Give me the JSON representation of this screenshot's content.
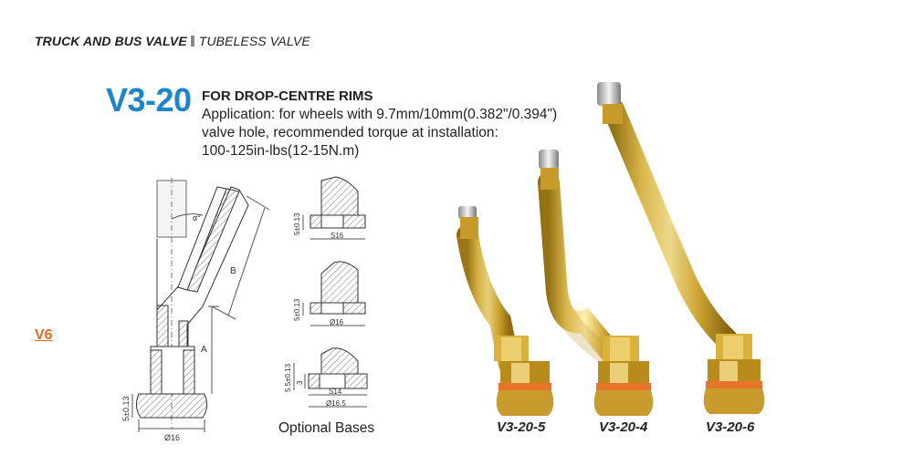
{
  "breadcrumb": {
    "category": "TRUCK AND BUS VALVE",
    "subcategory": "TUBELESS VALVE"
  },
  "product": {
    "code": "V3-20",
    "heading": "FOR DROP-CENTRE RIMS",
    "description_lines": [
      "Application: for wheels with 9.7mm/10mm(0.382\"/0.394\")",
      "valve hole, recommended torque at installation:",
      "100-125in-lbs(12-15N.m)"
    ]
  },
  "side_link": "V6",
  "drawing": {
    "angle_label": "α°",
    "dim_b": "B",
    "dim_a": "A",
    "height_dim": "5±0.13",
    "base_diameter": "Ø16"
  },
  "bases": {
    "caption": "Optional Bases",
    "items": [
      {
        "height": "5±0.13",
        "width": "S16"
      },
      {
        "height": "5±0.13",
        "width": "Ø16"
      },
      {
        "height": "5.5±0.13",
        "inner": "3",
        "width": "S14",
        "width2": "Ø16.5"
      }
    ]
  },
  "products": [
    {
      "label": "V3-20-5"
    },
    {
      "label": "V3-20-4"
    },
    {
      "label": "V3-20-6"
    }
  ],
  "colors": {
    "accent_blue": "#1a86d0",
    "link_orange": "#e46a1f",
    "brass": "#d9b23c",
    "oring": "#e8742a"
  }
}
